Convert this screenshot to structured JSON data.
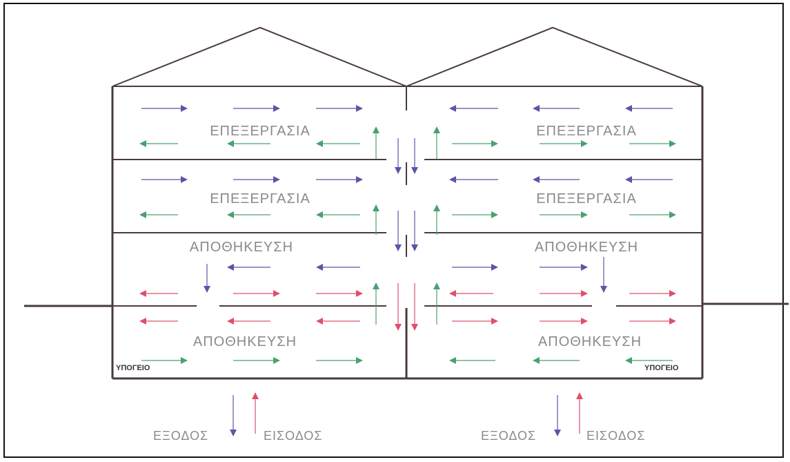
{
  "labels": {
    "processing": "ΕΠΕΞΕΡΓΑΣΙΑ",
    "storage": "ΑΠΟΘΗΚΕΥΣΗ",
    "basement": "ΥΠΟΓΕΙΟ",
    "exit": "ΕΞΟΔΟΣ",
    "entry": "ΕΙΣΟΔΟΣ"
  },
  "colors": {
    "structure": "#4a3a3a",
    "blue_arrow": "#5a55a8",
    "green_arrow": "#4aa070",
    "red_arrow": "#e0506a",
    "label_gray": "#8a8a8a"
  }
}
